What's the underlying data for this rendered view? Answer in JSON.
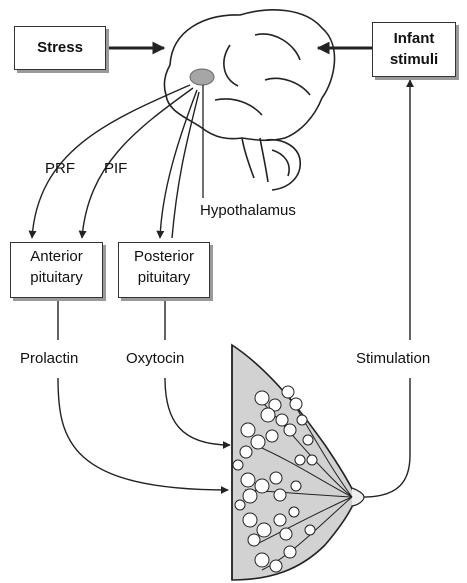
{
  "diagram": {
    "boxes": {
      "stress": "Stress",
      "infant_line1": "Infant",
      "infant_line2": "stimuli",
      "anterior_line1": "Anterior",
      "anterior_line2": "pituitary",
      "posterior_line1": "Posterior",
      "posterior_line2": "pituitary"
    },
    "labels": {
      "prf": "PRF",
      "pif": "PIF",
      "hypothalamus": "Hypothalamus",
      "prolactin": "Prolactin",
      "oxytocin": "Oxytocin",
      "stimulation": "Stimulation"
    },
    "colors": {
      "line": "#222222",
      "hypothalamus_fill": "#a6a6a6",
      "breast_fill": "#d2d2d2"
    }
  }
}
